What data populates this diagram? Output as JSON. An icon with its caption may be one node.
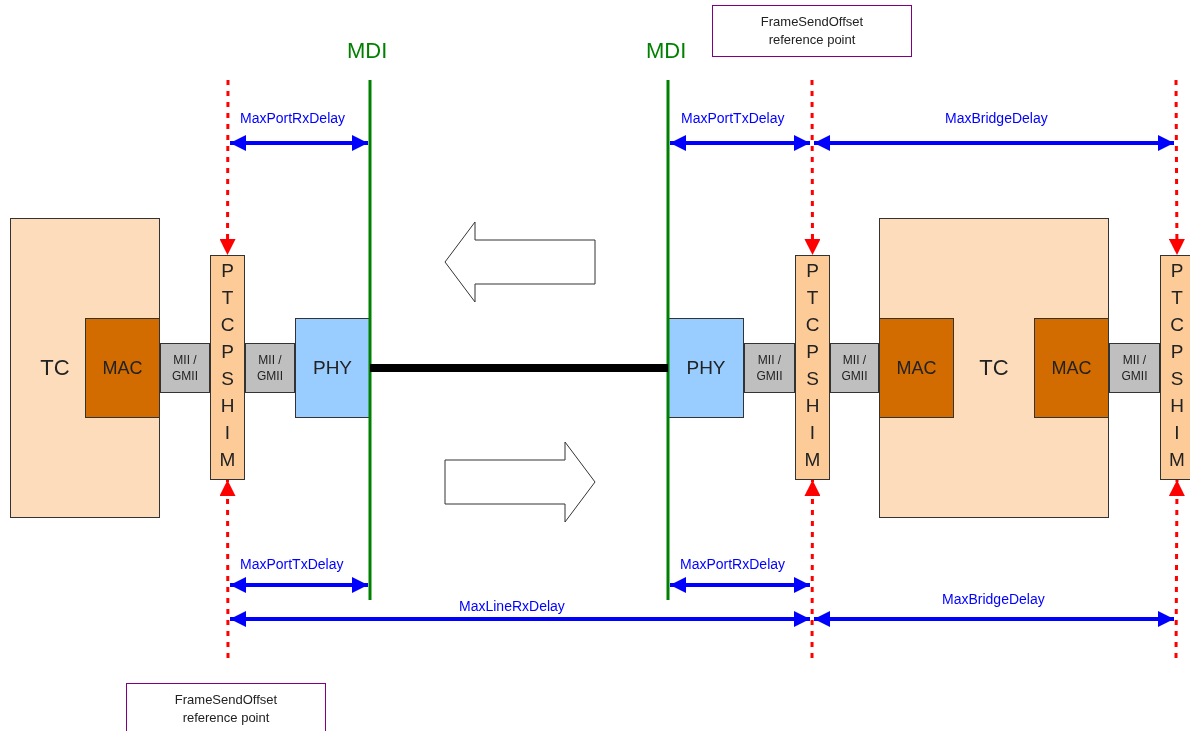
{
  "diagram": {
    "nodes": [
      {
        "text": [
          "TC"
        ]
      },
      {
        "text": [
          "MAC"
        ],
        "in": 0
      },
      {
        "text": [
          "MII / GMII"
        ]
      },
      {
        "text": [
          "PTCPSHIM"
        ]
      },
      {
        "text": [
          "MII / GMII"
        ]
      },
      {
        "text": [
          "PHY"
        ]
      },
      {
        "text": [
          "PHY"
        ]
      },
      {
        "text": [
          "MII / GMII"
        ]
      },
      {
        "text": [
          "PTCPSHIM"
        ]
      },
      {
        "text": [
          "MII / GMII"
        ]
      },
      {
        "text": [
          "TC"
        ]
      },
      {
        "text": [
          "MAC"
        ],
        "in": 10
      },
      {
        "text": [
          "MAC"
        ],
        "in": 10
      },
      {
        "text": [
          "MII / GMII"
        ]
      },
      {
        "text": [
          "PTCPSHIM"
        ]
      },
      {
        "text": [
          "FrameSendOffset reference point"
        ]
      },
      {
        "text": [
          "FrameSendOffset reference point"
        ]
      }
    ],
    "edges": [
      {
        "from": 5,
        "to": 6,
        "arrow": "none",
        "style": "thick",
        "color": "#000000"
      },
      {
        "from": null,
        "to": 3,
        "arrow": "to",
        "style": "dashed",
        "color": "#ff0000"
      },
      {
        "from": null,
        "to": 3,
        "arrow": "to",
        "style": "dashed",
        "color": "#ff0000"
      },
      {
        "from": null,
        "to": 8,
        "arrow": "to",
        "style": "dashed",
        "color": "#ff0000"
      },
      {
        "from": null,
        "to": 8,
        "arrow": "to",
        "style": "dashed",
        "color": "#ff0000"
      },
      {
        "from": null,
        "to": 14,
        "arrow": "to",
        "style": "dashed",
        "color": "#ff0000"
      },
      {
        "from": null,
        "to": 14,
        "arrow": "to",
        "style": "dashed",
        "color": "#ff0000"
      }
    ],
    "labels": [
      "MDI",
      "MDI",
      "MaxPortRxDelay",
      "MaxPortTxDelay",
      "MaxBridgeDelay",
      "MaxPortTxDelay",
      "MaxPortRxDelay",
      "MaxBridgeDelay",
      "MaxLineRxDelay"
    ]
  }
}
